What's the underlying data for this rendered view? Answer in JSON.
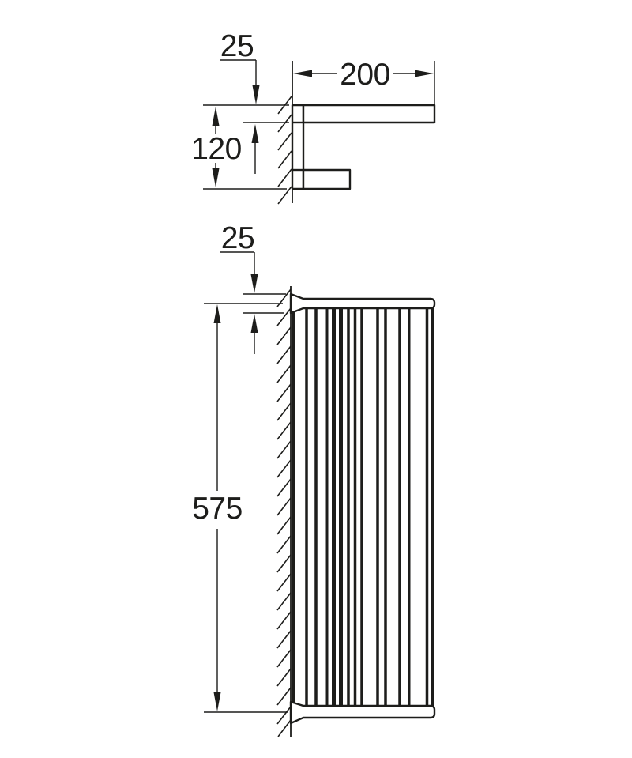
{
  "page": {
    "background": "#ffffff",
    "line_color": "#1d1d1b"
  },
  "side_view": {
    "labels": {
      "wall_offset": "25",
      "depth": "200",
      "height": "120"
    }
  },
  "front_view": {
    "labels": {
      "wall_offset": "25",
      "height": "575"
    }
  }
}
